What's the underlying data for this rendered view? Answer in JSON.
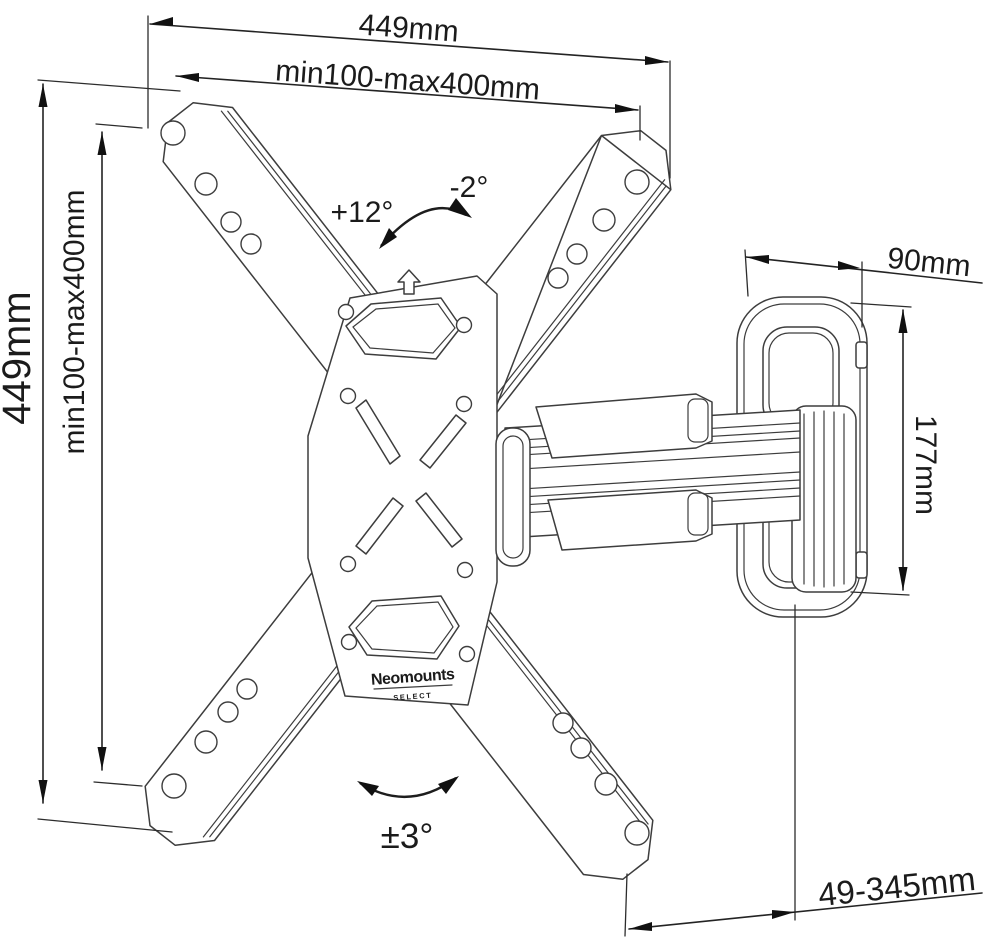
{
  "diagram": {
    "dimensions": {
      "plate_width": "449mm",
      "vesa_width": "min100-max400mm",
      "plate_height": "449mm",
      "vesa_height": "min100-max400mm",
      "bracket_depth": "90mm",
      "bracket_height": "177mm",
      "extension_range": "49-345mm"
    },
    "angles": {
      "tilt_up": "+12°",
      "tilt_down": "-2°",
      "level_adjust": "±3°"
    },
    "logo": {
      "brand": "Neomounts",
      "series": "SELECT"
    },
    "colors": {
      "background": "#ffffff",
      "drawing_line": "#3d3d3d",
      "dimension_line": "#232323",
      "text": "#1b1b1b"
    }
  }
}
